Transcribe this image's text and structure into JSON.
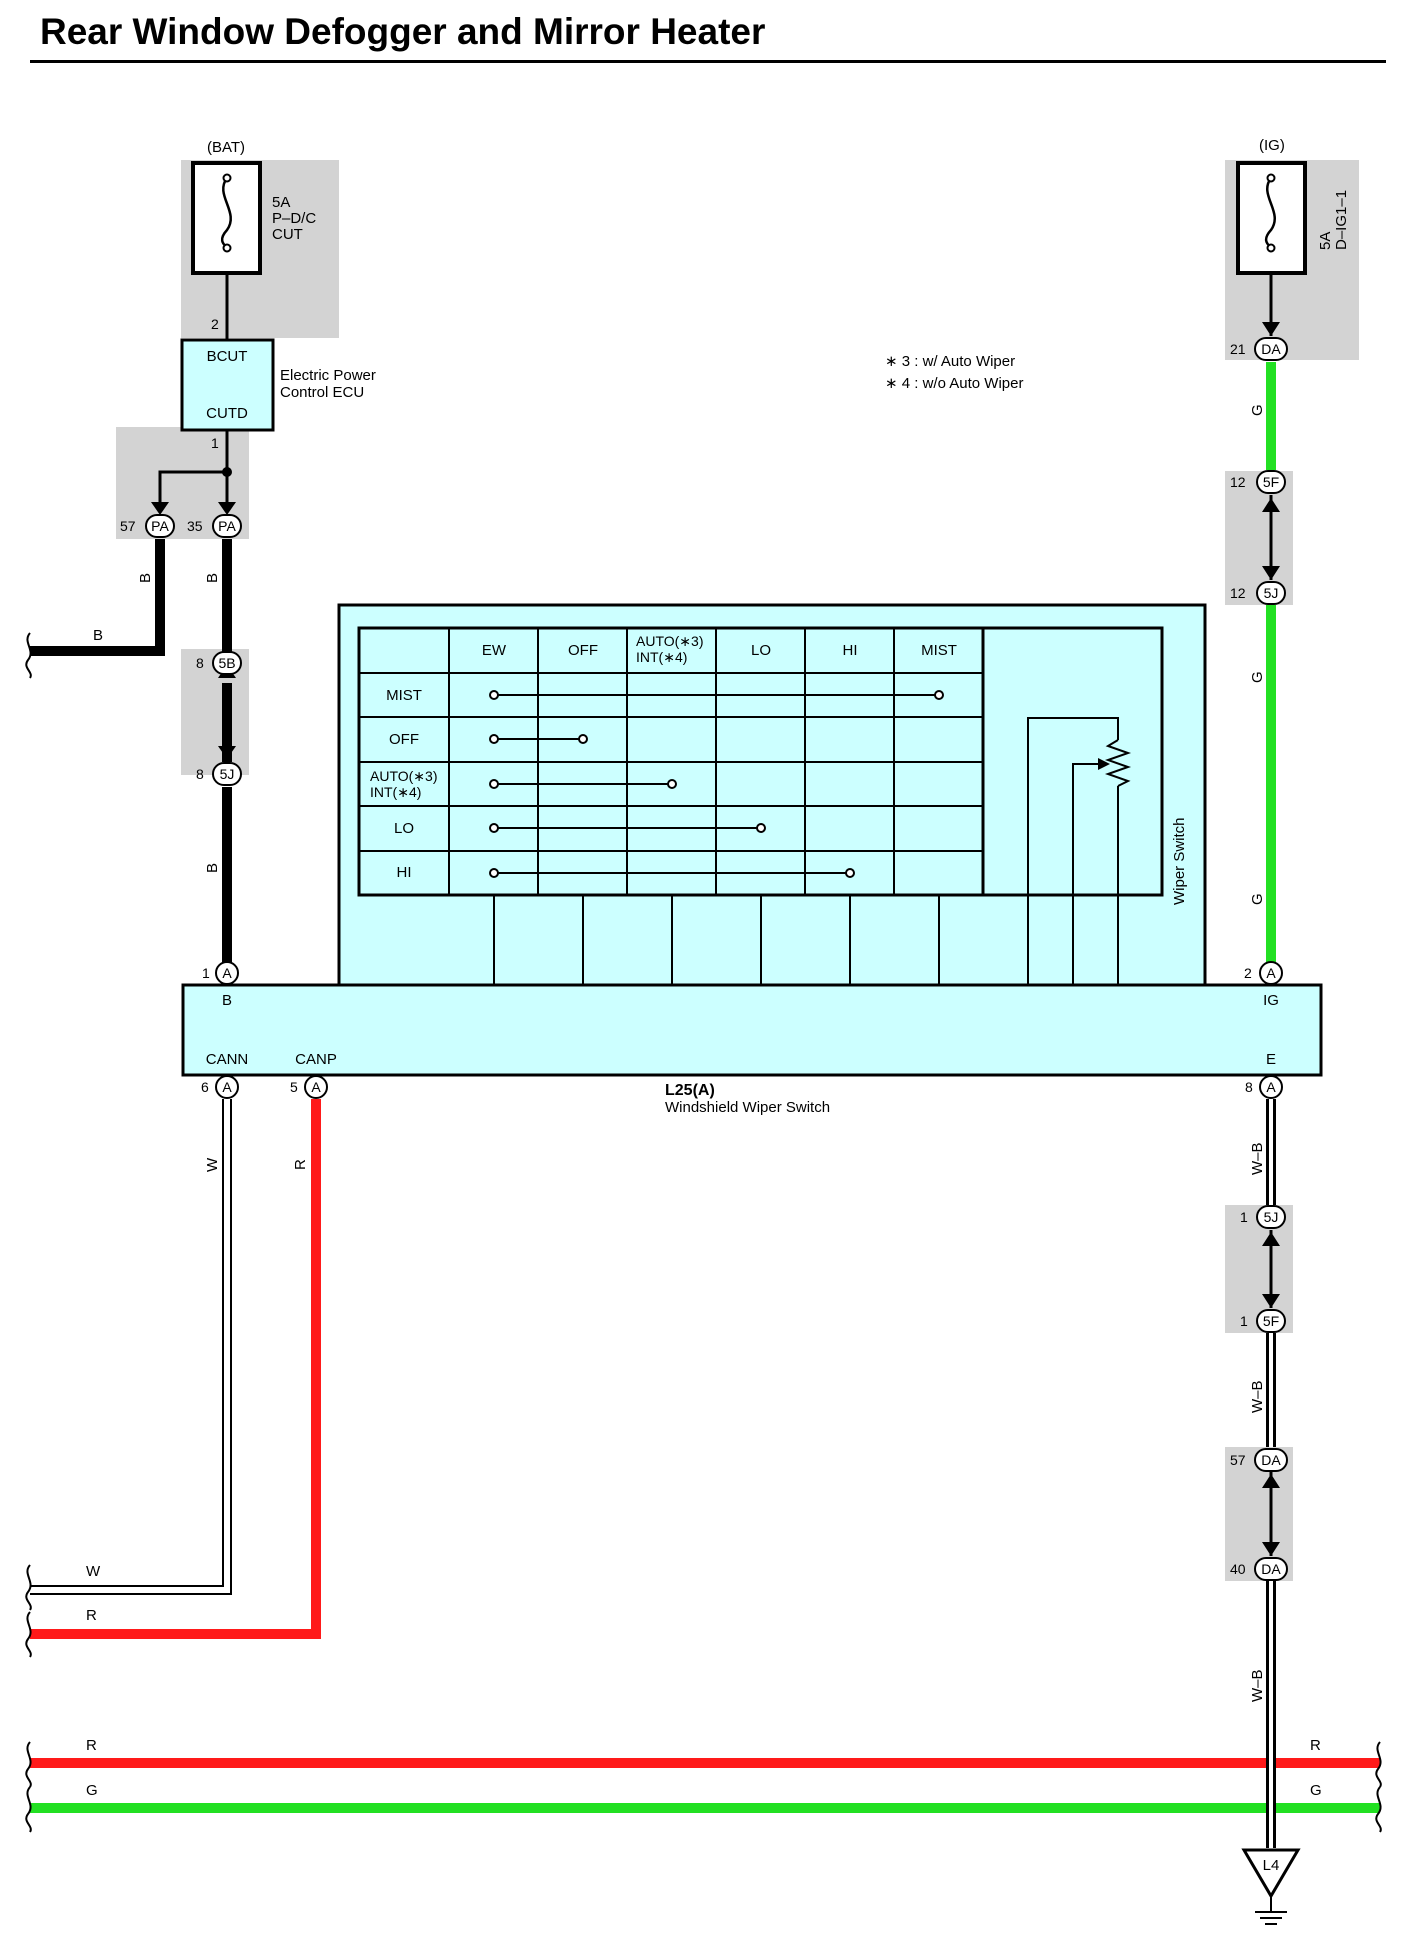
{
  "title": "Rear Window Defogger and Mirror Heater",
  "notes": [
    "∗ 3 : w/ Auto Wiper",
    "∗ 4 : w/o Auto Wiper"
  ],
  "fuses": {
    "bat": {
      "supply": "(BAT)",
      "rating": "5A",
      "name_line1": "P–D/C",
      "name_line2": "CUT"
    },
    "ig": {
      "supply": "(IG)",
      "rating": "5A",
      "name": "D–IG1–1"
    }
  },
  "ecu": {
    "name_line1": "Electric Power",
    "name_line2": "Control ECU",
    "pin_top": "BCUT",
    "pin_bottom": "CUTD",
    "pin_top_no": "2",
    "pin_bottom_no": "1"
  },
  "switch": {
    "label": "Wiper Switch",
    "connector_id": "L25(A)",
    "name": "Windshield Wiper Switch",
    "terminals": {
      "b": "B",
      "ig": "IG",
      "cann": "CANN",
      "canp": "CANP",
      "e": "E"
    },
    "columns": [
      "EW",
      "OFF",
      "AUTO(∗3)",
      "LO",
      "HI",
      "MIST"
    ],
    "column_sub": "INT(∗4)",
    "rows": [
      "MIST",
      "OFF",
      "AUTO(∗3)",
      "LO",
      "HI"
    ],
    "row_sub": "INT(∗4)"
  },
  "connectors": {
    "pa57": {
      "pin": "57",
      "id": "PA"
    },
    "pa35": {
      "pin": "35",
      "id": "PA"
    },
    "b5b": {
      "pin": "8",
      "id": "5B"
    },
    "b5j": {
      "pin": "8",
      "id": "5J"
    },
    "a1": {
      "pin": "1",
      "id": "A"
    },
    "da21": {
      "pin": "21",
      "id": "DA"
    },
    "g5f": {
      "pin": "12",
      "id": "5F"
    },
    "g5j": {
      "pin": "12",
      "id": "5J"
    },
    "a2": {
      "pin": "2",
      "id": "A"
    },
    "a6": {
      "pin": "6",
      "id": "A"
    },
    "a5": {
      "pin": "5",
      "id": "A"
    },
    "a8": {
      "pin": "8",
      "id": "A"
    },
    "w5j": {
      "pin": "1",
      "id": "5J"
    },
    "w5f": {
      "pin": "1",
      "id": "5F"
    },
    "da57": {
      "pin": "57",
      "id": "DA"
    },
    "da40": {
      "pin": "40",
      "id": "DA"
    }
  },
  "wire_colors": {
    "b": "B",
    "g": "G",
    "w": "W",
    "r": "R",
    "wb": "W–B"
  },
  "ground": "L4",
  "colors": {
    "shade": "#d3d3d3",
    "component": "#ccffff",
    "green_wire": "#22e022",
    "red_wire": "#ff1a1a",
    "black_wire": "#000000"
  }
}
